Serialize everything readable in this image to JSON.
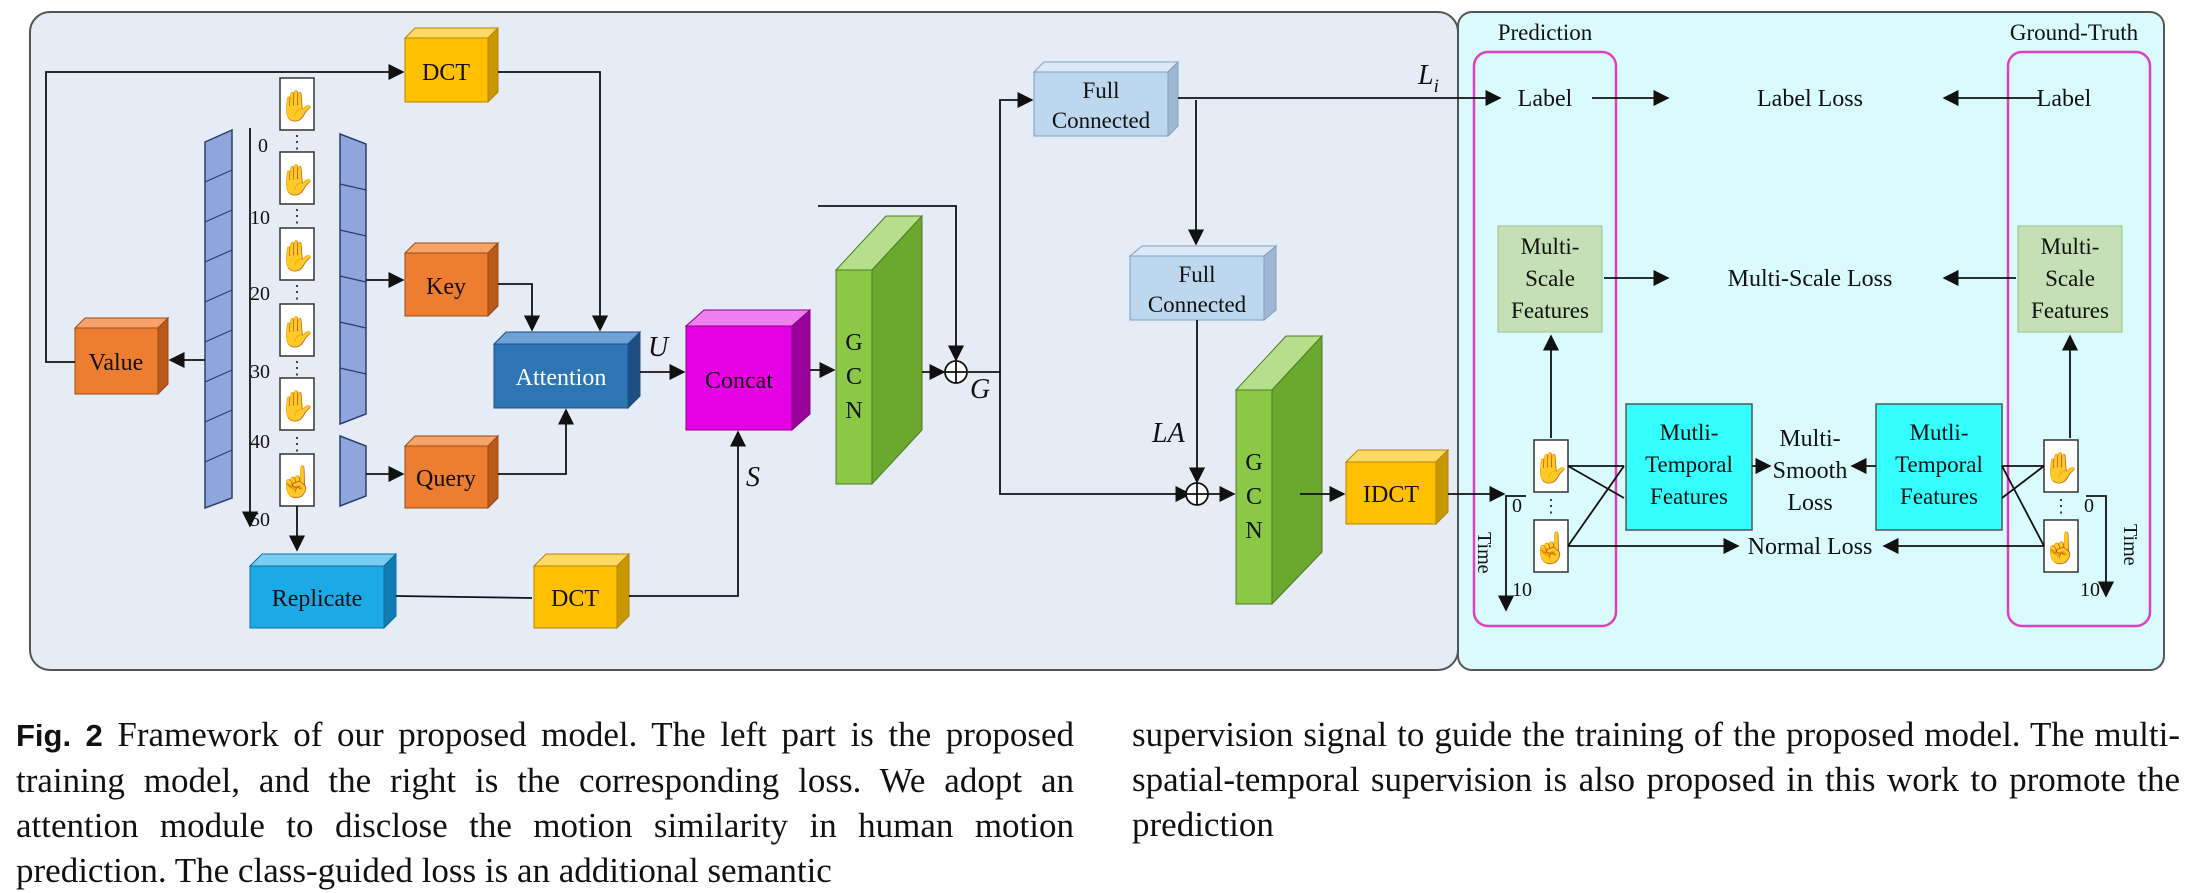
{
  "diagram": {
    "panel_labels": {
      "prediction": "Prediction",
      "ground_truth": "Ground-Truth"
    },
    "blocks": {
      "dct_top": "DCT",
      "key": "Key",
      "value": "Value",
      "query": "Query",
      "attention": "Attention",
      "concat": "Concat",
      "gcn": "G C N",
      "replicate": "Replicate",
      "dct_bottom": "DCT",
      "fc1_line1": "Full",
      "fc1_line2": "Connected",
      "fc2_line1": "Full",
      "fc2_line2": "Connected",
      "idct": "IDCT"
    },
    "symbols": {
      "U": "U",
      "S": "S",
      "G": "G",
      "Li": "L",
      "Li_sub": "i",
      "LA": "LA"
    },
    "frame_ticks": [
      "0",
      "10",
      "20",
      "30",
      "40",
      "50"
    ],
    "loss": {
      "label_pred": "Label",
      "label_loss": "Label Loss",
      "label_gt": "Label",
      "ms_features_pred": [
        "Multi-",
        "Scale",
        "Features"
      ],
      "ms_loss": "Multi-Scale Loss",
      "ms_features_gt": [
        "Multi-",
        "Scale",
        "Features"
      ],
      "mt_features_pred": [
        "Mutli-",
        "Temporal",
        "Features"
      ],
      "smooth_loss": [
        "Multi-",
        "Smooth",
        "Loss"
      ],
      "mt_features_gt": [
        "Mutli-",
        "Temporal",
        "Features"
      ],
      "normal_loss": "Normal Loss",
      "time_label": "Time",
      "time_ticks_pred": [
        "0",
        "10"
      ],
      "time_ticks_gt": [
        "0",
        "10"
      ]
    },
    "colors": {
      "left_panel": "#e6ecf5",
      "right_panel": "#d9fbfd",
      "dct": "#ffc000",
      "orange": "#ed7d31",
      "attention": "#2e75b6",
      "concat": "#e600e6",
      "gcn": "#8ac846",
      "replicate": "#1ba9e8",
      "fc": "#bdd7ee",
      "msf": "#c5e0b4",
      "mtf": "#33ffff",
      "seq": "#8fa6dc",
      "pink": "#e040c0"
    }
  },
  "caption": {
    "fig_label": "Fig. 2",
    "left_text": " Framework of our proposed model. The left part is the proposed training model, and the right is the corresponding loss. We adopt an attention module to disclose the motion similarity in human motion prediction. The class-guided loss is an additional semantic",
    "right_text": "supervision signal to guide the training of the proposed model. The multi-spatial-temporal supervision is also proposed in this work to promote the prediction"
  }
}
